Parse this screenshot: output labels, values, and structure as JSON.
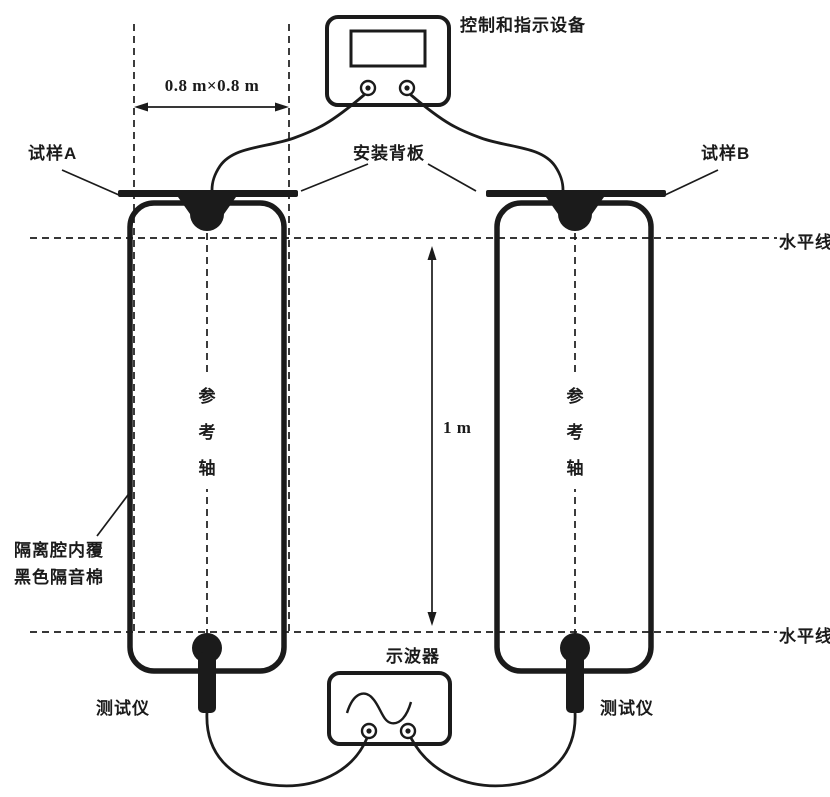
{
  "labels": {
    "control_device": "控制和指示设备",
    "plate_dimension": "0.8 m×0.8 m",
    "sample_a": "试样A",
    "sample_b": "试样B",
    "mounting_backplate": "安装背板",
    "horizontal_line": "水平线",
    "reference_axis": "参考轴",
    "chamber_height": "1 m",
    "isolation_note_line1": "隔离腔内覆",
    "isolation_note_line2": "黑色隔音棉",
    "tester": "测试仪",
    "oscilloscope": "示波器"
  },
  "colors": {
    "line": "#1b1b1b",
    "background": "#ffffff"
  }
}
